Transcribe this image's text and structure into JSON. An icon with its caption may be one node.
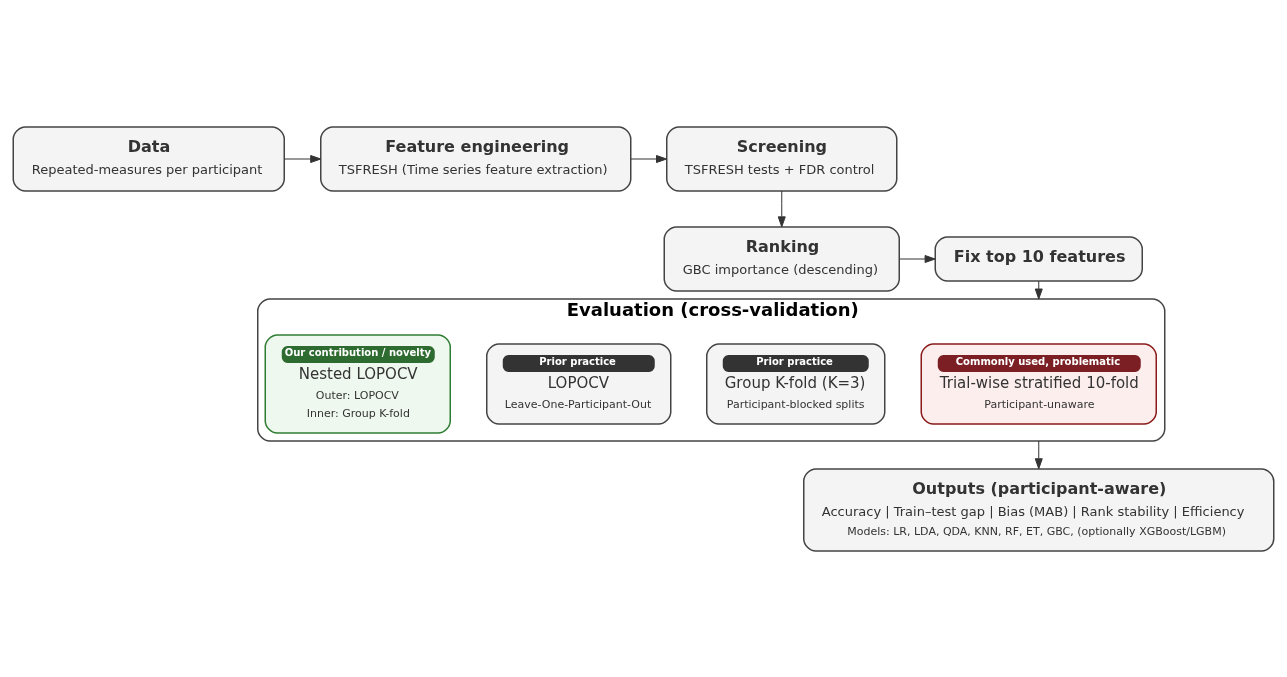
{
  "diagram": {
    "nodes": [
      {
        "text": [
          "Data",
          "Repeated-measures per participant"
        ]
      },
      {
        "text": [
          "Feature engineering",
          "TSFRESH (Time series feature extraction)"
        ]
      },
      {
        "text": [
          "Screening",
          "TSFRESH tests + FDR control"
        ]
      },
      {
        "text": [
          "Ranking",
          "GBC importance (descending)"
        ]
      },
      {
        "text": [
          "Fix top 10 features"
        ]
      },
      {
        "text": [
          "Evaluation (cross-validation)"
        ]
      },
      {
        "text": [
          "Commonly used, problematic",
          "Trial-wise stratified 10-fold",
          "Participant-unaware"
        ],
        "in": 5
      },
      {
        "text": [
          "Prior practice",
          "Group K-fold (K=3)",
          "Participant-blocked splits"
        ],
        "in": 5
      },
      {
        "text": [
          "Prior practice",
          "LOPOCV",
          "Leave-One-Participant-Out"
        ],
        "in": 5
      },
      {
        "text": [
          "Our contribution / novelty",
          "Nested LOPOCV",
          "Outer: LOPOCV",
          "Inner: Group K-fold"
        ],
        "in": 5
      },
      {
        "text": [
          "Outputs (participant-aware)",
          "Accuracy | Train–test gap | Bias (MAB) | Rank stability | Efficiency",
          "Models: LR, LDA, QDA, KNN, RF, ET, GBC, (optionally XGBoost/LGBM)"
        ]
      }
    ],
    "edges": [
      {
        "from": 0,
        "to": 1,
        "arrow": "to"
      },
      {
        "from": 1,
        "to": 2,
        "arrow": "to"
      },
      {
        "from": 2,
        "to": 3,
        "arrow": "to"
      },
      {
        "from": 3,
        "to": 4,
        "arrow": "to"
      },
      {
        "from": 4,
        "to": 5,
        "arrow": "to"
      },
      {
        "from": 5,
        "to": 10,
        "arrow": "to"
      }
    ]
  }
}
